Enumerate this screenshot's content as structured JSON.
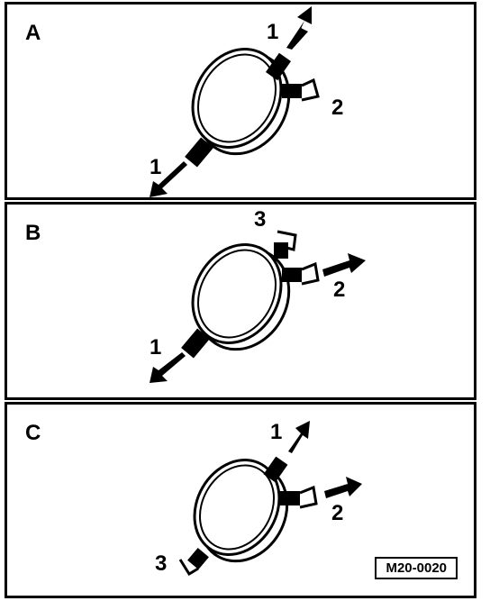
{
  "panels": [
    {
      "letter": "A",
      "callouts": [
        "1",
        "2",
        "1"
      ]
    },
    {
      "letter": "B",
      "callouts": [
        "3",
        "2",
        "1"
      ]
    },
    {
      "letter": "C",
      "callouts": [
        "1",
        "2",
        "3"
      ],
      "reference": "M20-0020"
    }
  ]
}
